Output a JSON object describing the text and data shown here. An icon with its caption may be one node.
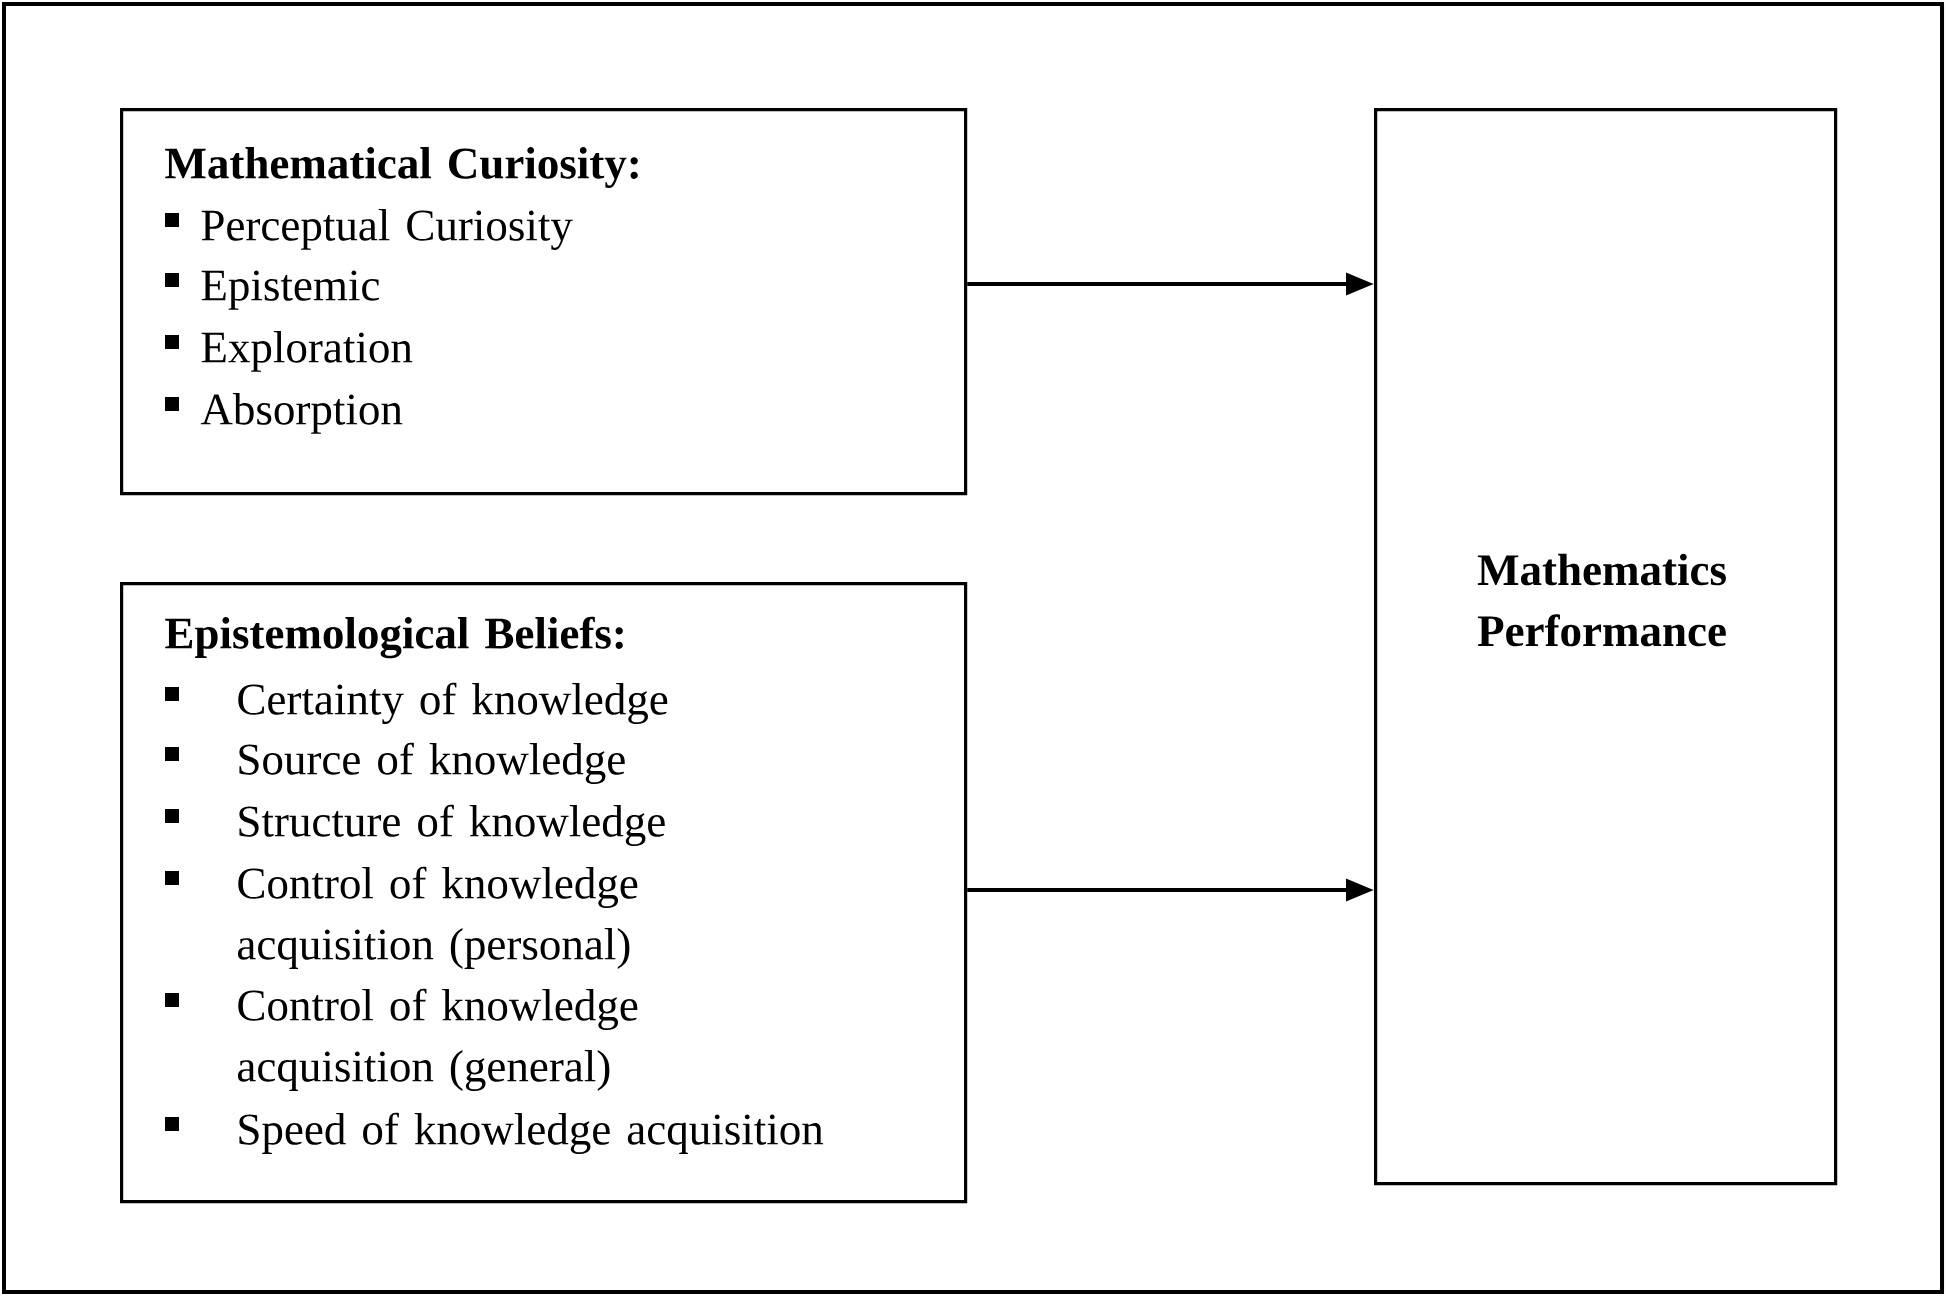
{
  "diagram": {
    "nodes": [
      {
        "text": [
          "Mathematical Curiosity:",
          "Perceptual Curiosity",
          "Epistemic",
          "Exploration",
          "Absorption"
        ]
      },
      {
        "text": [
          "Epistemological Beliefs:",
          "Certainty of knowledge",
          "Source of knowledge",
          "Structure of knowledge",
          "Control of knowledge acquisition (personal)",
          "Control of knowledge acquisition (general)",
          "Speed of knowledge acquisition"
        ]
      },
      {
        "text": [
          "Mathematics Performance"
        ]
      }
    ],
    "edges": [
      {
        "from": 0,
        "to": 2,
        "arrow": "to"
      },
      {
        "from": 1,
        "to": 2,
        "arrow": "to"
      }
    ]
  }
}
